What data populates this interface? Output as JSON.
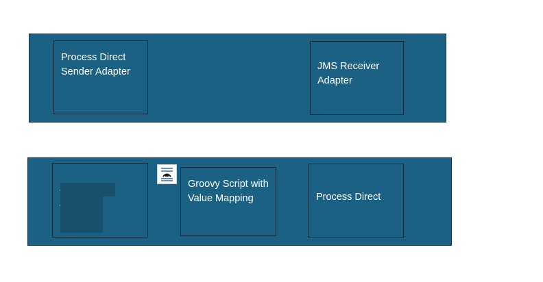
{
  "diagram": {
    "top_row": {
      "sender_box": {
        "label": "Process Direct Sender Adapter"
      },
      "receiver_box": {
        "label": "JMS Receiver Adapter"
      }
    },
    "bottom_row": {
      "sender_box": {
        "label": "JMS Sender Adapter"
      },
      "script_box": {
        "label": "Groovy Script with Value Mapping"
      },
      "receiver_box": {
        "label": "Process Direct"
      }
    },
    "floating_icon": {
      "icon": "layout-options-icon"
    }
  },
  "colors": {
    "band_fill": "#1b6184",
    "box_border": "#0e2a3d",
    "text": "#ffffff",
    "selection_highlight": "#174f6d"
  }
}
